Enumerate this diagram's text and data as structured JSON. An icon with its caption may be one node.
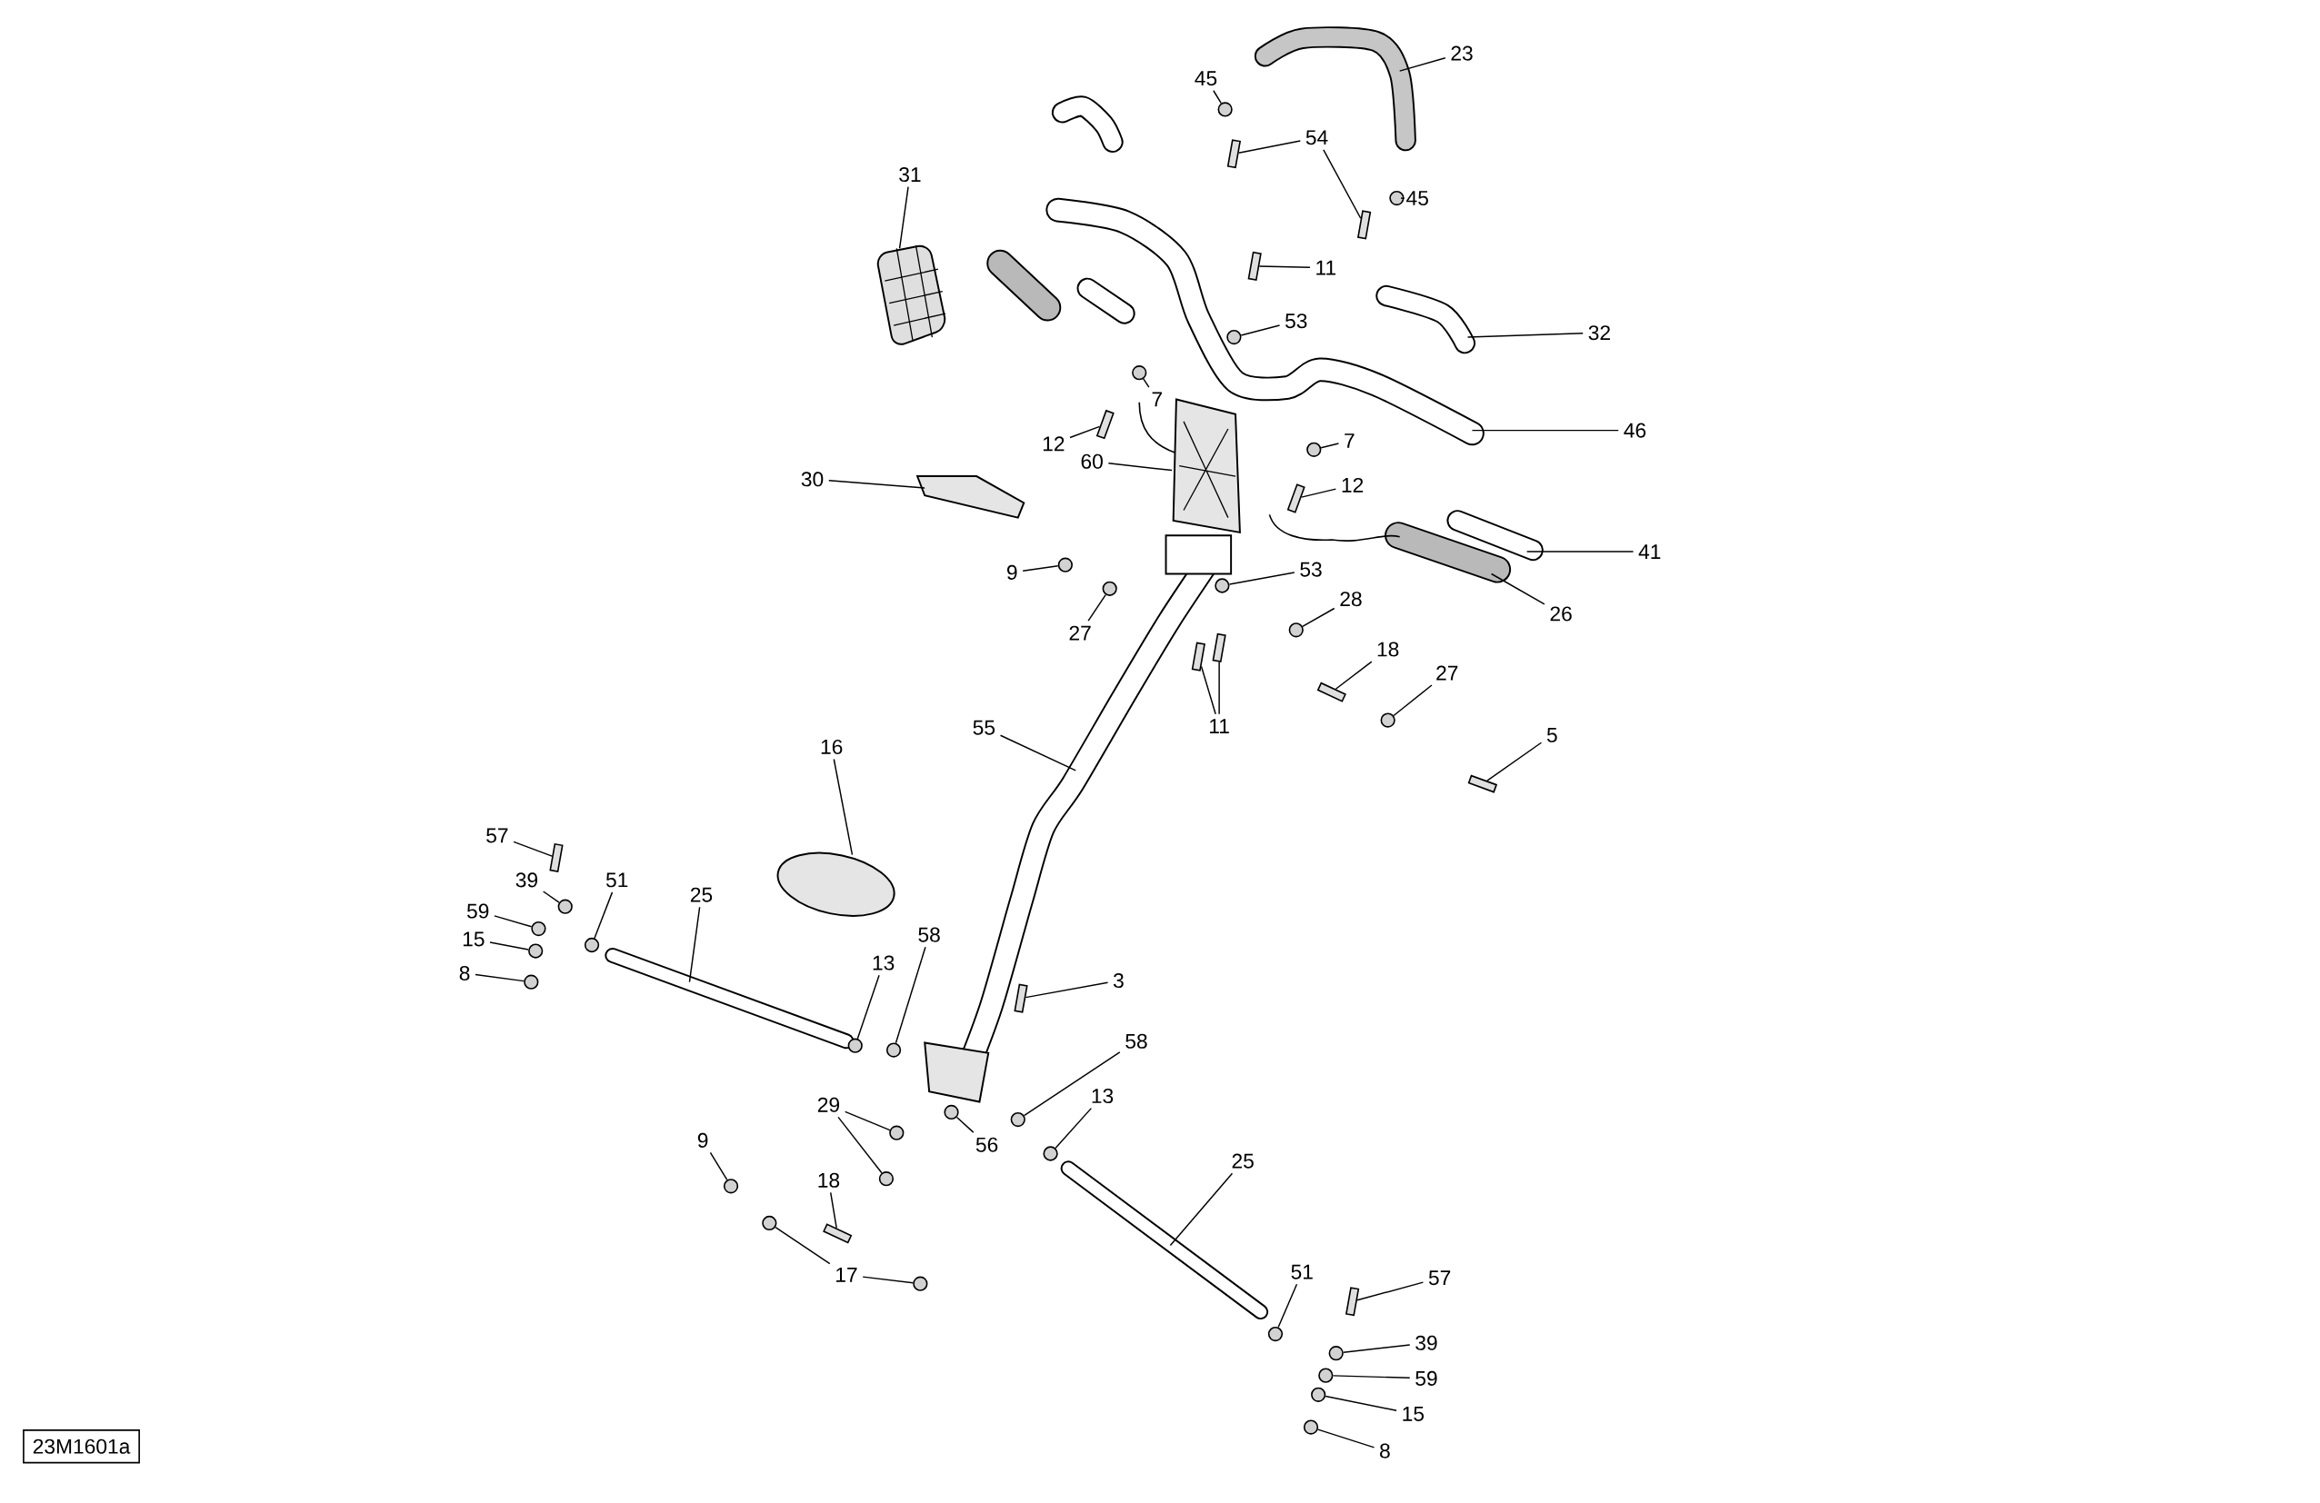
{
  "diagram": {
    "nodes": [
      {
        "text": [
          "23"
        ]
      },
      {
        "text": [
          "45"
        ]
      },
      {
        "text": [
          "54"
        ]
      },
      {
        "text": [
          "45"
        ]
      },
      {
        "text": [
          "31"
        ]
      },
      {
        "text": [
          "11"
        ]
      },
      {
        "text": [
          "53"
        ]
      },
      {
        "text": [
          "32"
        ]
      },
      {
        "text": [
          "7"
        ]
      },
      {
        "text": [
          "12"
        ]
      },
      {
        "text": [
          "46"
        ]
      },
      {
        "text": [
          "7"
        ]
      },
      {
        "text": [
          "60"
        ]
      },
      {
        "text": [
          "30"
        ]
      },
      {
        "text": [
          "12"
        ]
      },
      {
        "text": [
          "41"
        ]
      },
      {
        "text": [
          "9"
        ]
      },
      {
        "text": [
          "53"
        ]
      },
      {
        "text": [
          "28"
        ]
      },
      {
        "text": [
          "26"
        ]
      },
      {
        "text": [
          "27"
        ]
      },
      {
        "text": [
          "18"
        ]
      },
      {
        "text": [
          "27"
        ]
      },
      {
        "text": [
          "11"
        ]
      },
      {
        "text": [
          "55"
        ]
      },
      {
        "text": [
          "5"
        ]
      },
      {
        "text": [
          "16"
        ]
      },
      {
        "text": [
          "57"
        ]
      },
      {
        "text": [
          "39"
        ]
      },
      {
        "text": [
          "51"
        ]
      },
      {
        "text": [
          "25"
        ]
      },
      {
        "text": [
          "59"
        ]
      },
      {
        "text": [
          "15"
        ]
      },
      {
        "text": [
          "8"
        ]
      },
      {
        "text": [
          "13"
        ]
      },
      {
        "text": [
          "58"
        ]
      },
      {
        "text": [
          "3"
        ]
      },
      {
        "text": [
          "58"
        ]
      },
      {
        "text": [
          "13"
        ]
      },
      {
        "text": [
          "29"
        ]
      },
      {
        "text": [
          "9"
        ]
      },
      {
        "text": [
          "56"
        ]
      },
      {
        "text": [
          "25"
        ]
      },
      {
        "text": [
          "18"
        ]
      },
      {
        "text": [
          "17"
        ]
      },
      {
        "text": [
          "51"
        ]
      },
      {
        "text": [
          "57"
        ]
      },
      {
        "text": [
          "39"
        ]
      },
      {
        "text": [
          "59"
        ]
      },
      {
        "text": [
          "15"
        ]
      },
      {
        "text": [
          "8"
        ]
      },
      {
        "text": [
          "23M1601a"
        ]
      },
      {
        "text": [],
        "shape": "circle"
      },
      {
        "text": [],
        "shape": "bar"
      },
      {
        "text": [],
        "shape": "bar"
      },
      {
        "text": [],
        "shape": "circle"
      },
      {
        "text": [],
        "shape": "bar"
      },
      {
        "text": [],
        "shape": "circle"
      },
      {
        "text": [],
        "shape": "circle"
      },
      {
        "text": [],
        "shape": "bar"
      },
      {
        "text": [],
        "shape": "circle"
      },
      {
        "text": [],
        "shape": "bar"
      },
      {
        "text": [],
        "shape": "circle"
      },
      {
        "text": [],
        "shape": "circle"
      },
      {
        "text": [],
        "shape": "circle"
      },
      {
        "text": [],
        "shape": "circle"
      },
      {
        "text": [],
        "shape": "bar"
      },
      {
        "text": [],
        "shape": "circle"
      },
      {
        "text": [],
        "shape": "bar"
      },
      {
        "text": [],
        "shape": "bar"
      },
      {
        "text": [],
        "shape": "bar"
      },
      {
        "text": [],
        "shape": "bar"
      },
      {
        "text": [],
        "shape": "circle"
      },
      {
        "text": [],
        "shape": "circle"
      },
      {
        "text": [],
        "shape": "circle"
      },
      {
        "text": [],
        "shape": "circle"
      },
      {
        "text": [],
        "shape": "circle"
      },
      {
        "text": [],
        "shape": "circle"
      },
      {
        "text": [],
        "shape": "circle"
      },
      {
        "text": [],
        "shape": "bar"
      },
      {
        "text": [],
        "shape": "circle"
      },
      {
        "text": [],
        "shape": "circle"
      },
      {
        "text": [],
        "shape": "circle"
      },
      {
        "text": [],
        "shape": "circle"
      },
      {
        "text": [],
        "shape": "circle"
      },
      {
        "text": [],
        "shape": "circle"
      },
      {
        "text": [],
        "shape": "bar"
      },
      {
        "text": [],
        "shape": "circle"
      },
      {
        "text": [],
        "shape": "circle"
      },
      {
        "text": [],
        "shape": "circle"
      },
      {
        "text": [],
        "shape": "bar"
      },
      {
        "text": [],
        "shape": "circle"
      },
      {
        "text": [],
        "shape": "circle"
      },
      {
        "text": [],
        "shape": "circle"
      },
      {
        "text": [],
        "shape": "circle"
      }
    ],
    "edges": [
      {
        "from": 0,
        "to": null,
        "arrow": "none"
      },
      {
        "from": 1,
        "to": 52,
        "arrow": "none"
      },
      {
        "from": 2,
        "to": 53,
        "arrow": "none"
      },
      {
        "from": 2,
        "to": 54,
        "arrow": "none"
      },
      {
        "from": 3,
        "to": 55,
        "arrow": "none"
      },
      {
        "from": 4,
        "to": null,
        "arrow": "none"
      },
      {
        "from": 5,
        "to": 56,
        "arrow": "none"
      },
      {
        "from": 6,
        "to": 57,
        "arrow": "none"
      },
      {
        "from": 7,
        "to": null,
        "arrow": "none"
      },
      {
        "from": 8,
        "to": 58,
        "arrow": "none"
      },
      {
        "from": 9,
        "to": 59,
        "arrow": "none"
      },
      {
        "from": 10,
        "to": null,
        "arrow": "none"
      },
      {
        "from": 11,
        "to": 60,
        "arrow": "none"
      },
      {
        "from": 12,
        "to": null,
        "arrow": "none"
      },
      {
        "from": 13,
        "to": null,
        "arrow": "none"
      },
      {
        "from": 14,
        "to": 61,
        "arrow": "none"
      },
      {
        "from": 15,
        "to": null,
        "arrow": "none"
      },
      {
        "from": 16,
        "to": 62,
        "arrow": "none"
      },
      {
        "from": 17,
        "to": 63,
        "arrow": "none"
      },
      {
        "from": 18,
        "to": 64,
        "arrow": "none"
      },
      {
        "from": 19,
        "to": null,
        "arrow": "none"
      },
      {
        "from": 20,
        "to": 65,
        "arrow": "none"
      },
      {
        "from": 21,
        "to": 66,
        "arrow": "none"
      },
      {
        "from": 22,
        "to": 67,
        "arrow": "none"
      },
      {
        "from": 23,
        "to": 68,
        "arrow": "none"
      },
      {
        "from": 23,
        "to": 69,
        "arrow": "none"
      },
      {
        "from": 24,
        "to": null,
        "arrow": "none"
      },
      {
        "from": 25,
        "to": 70,
        "arrow": "none"
      },
      {
        "from": 26,
        "to": null,
        "arrow": "none"
      },
      {
        "from": 27,
        "to": 71,
        "arrow": "none"
      },
      {
        "from": 28,
        "to": 72,
        "arrow": "none"
      },
      {
        "from": 29,
        "to": 73,
        "arrow": "none"
      },
      {
        "from": 30,
        "to": null,
        "arrow": "none"
      },
      {
        "from": 31,
        "to": 74,
        "arrow": "none"
      },
      {
        "from": 32,
        "to": 75,
        "arrow": "none"
      },
      {
        "from": 33,
        "to": 76,
        "arrow": "none"
      },
      {
        "from": 34,
        "to": 77,
        "arrow": "none"
      },
      {
        "from": 35,
        "to": 78,
        "arrow": "none"
      },
      {
        "from": 36,
        "to": 79,
        "arrow": "none"
      },
      {
        "from": 37,
        "to": 80,
        "arrow": "none"
      },
      {
        "from": 38,
        "to": 81,
        "arrow": "none"
      },
      {
        "from": 39,
        "to": 82,
        "arrow": "none"
      },
      {
        "from": 39,
        "to": 83,
        "arrow": "none"
      },
      {
        "from": 40,
        "to": 84,
        "arrow": "none"
      },
      {
        "from": 41,
        "to": 85,
        "arrow": "none"
      },
      {
        "from": 42,
        "to": null,
        "arrow": "none"
      },
      {
        "from": 43,
        "to": 86,
        "arrow": "none"
      },
      {
        "from": 44,
        "to": 87,
        "arrow": "none"
      },
      {
        "from": 44,
        "to": 88,
        "arrow": "none"
      },
      {
        "from": 45,
        "to": 89,
        "arrow": "none"
      },
      {
        "from": 46,
        "to": 90,
        "arrow": "none"
      },
      {
        "from": 47,
        "to": 91,
        "arrow": "none"
      },
      {
        "from": 48,
        "to": 92,
        "arrow": "none"
      },
      {
        "from": 49,
        "to": 93,
        "arrow": "none"
      },
      {
        "from": 50,
        "to": 94,
        "arrow": "none"
      }
    ]
  }
}
